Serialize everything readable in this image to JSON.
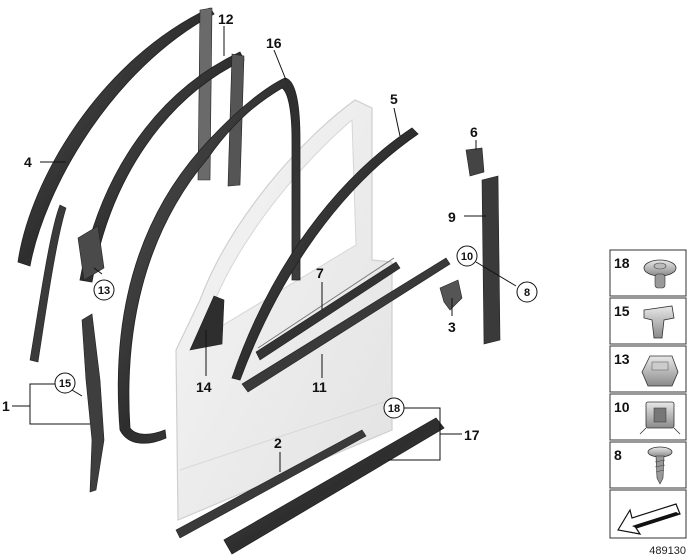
{
  "callouts": {
    "c1": "1",
    "c2": "2",
    "c3": "3",
    "c4": "4",
    "c5": "5",
    "c6": "6",
    "c7": "7",
    "c8": "8",
    "c9": "9",
    "c10": "10",
    "c11": "11",
    "c12": "12",
    "c13": "13",
    "c14": "14",
    "c15": "15",
    "c16": "16",
    "c17": "17",
    "c18": "18"
  },
  "legend": {
    "items": [
      {
        "number": "18",
        "icon": "push-rivet-clip-icon"
      },
      {
        "number": "15",
        "icon": "expanding-clip-icon"
      },
      {
        "number": "13",
        "icon": "retainer-clip-icon"
      },
      {
        "number": "10",
        "icon": "spring-nut-clip-icon"
      },
      {
        "number": "8",
        "icon": "screw-icon"
      }
    ],
    "direction_icon": "direction-arrow-icon"
  },
  "diagram_id": "489130",
  "colors": {
    "seal": "#3a3a3a",
    "seal_highlight": "#6a6a6a",
    "door_panel": "#ececec",
    "door_outline": "#c8c8c8",
    "trim": "#4a4a4a"
  }
}
